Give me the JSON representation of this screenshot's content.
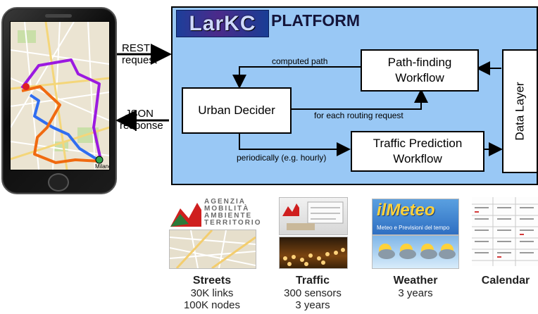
{
  "platform": {
    "logo": "LarKC",
    "title": "PLATFORM"
  },
  "arrows": {
    "request_top": "REST",
    "request_bottom": "request",
    "response_top": "JSON",
    "response_bottom": "response"
  },
  "components": {
    "urban_decider": "Urban Decider",
    "path_finding_line1": "Path-finding",
    "path_finding_line2": "Workflow",
    "traffic_prediction_line1": "Traffic Prediction",
    "traffic_prediction_line2": "Workflow",
    "data_layer": "Data Layer"
  },
  "edges": {
    "computed_path": "computed path",
    "for_each_routing_request": "for each routing request",
    "periodically": "periodically (e.g. hourly)"
  },
  "sources": {
    "streets": {
      "title": "Streets",
      "line1": "30K links",
      "line2": "100K nodes",
      "logo_line1": "AGENZIA",
      "logo_line2": "MOBILITÀ",
      "logo_line3": "AMBIENTE",
      "logo_line4": "TERRITORIO"
    },
    "traffic": {
      "title": "Traffic",
      "line1": "300 sensors",
      "line2": "3 years"
    },
    "weather": {
      "title": "Weather",
      "line1": "3 years",
      "logo": "ilMeteo",
      "tagline": "Meteo e Previsioni del tempo"
    },
    "calendar": {
      "title": "Calendar"
    }
  },
  "map": {
    "destination_label": "Milano"
  },
  "colors": {
    "platform_bg": "#99c8f5",
    "route_purple": "#9b19e0",
    "route_blue": "#2f6df0",
    "route_orange": "#f06a10"
  }
}
